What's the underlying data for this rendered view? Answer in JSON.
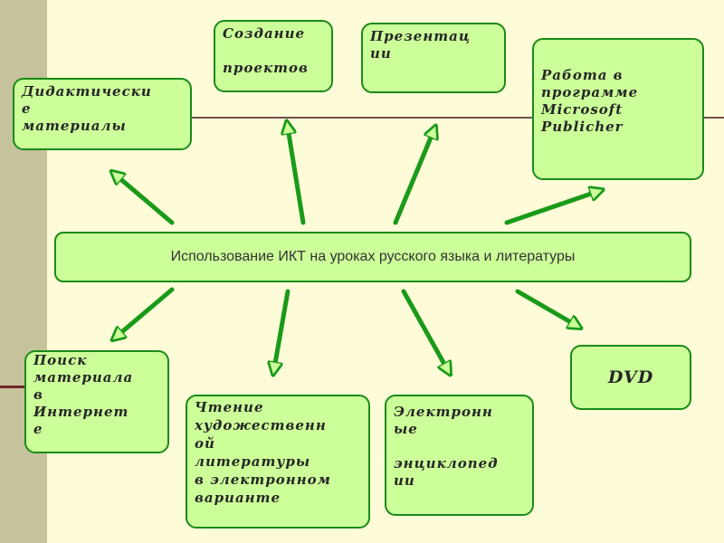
{
  "central": "Использование ИКТ на уроках русского языка и литературы",
  "boxes": {
    "didactic": "Дидактически\nе\n      материалы",
    "projects": "Создание\n\n  проектов",
    "presentations": "Презентац\n     ии",
    "publisher": "Работа в\n   программе\n     Microsoft\n      Publicher",
    "search": "Поиск\nматериала\nв\nИнтернет\nе",
    "reading": "Чтение\nхудожественн\nой\nлитературы\nв электронном\nварианте",
    "encyclopedias": "Электронн\n     ые\n\n энциклопед\n       ии",
    "dvd": "DVD"
  },
  "colors": {
    "background": "#fefcd8",
    "box_fill": "#ccff99",
    "box_border": "#1a8a1a",
    "arrow": "#1a9a1a"
  }
}
